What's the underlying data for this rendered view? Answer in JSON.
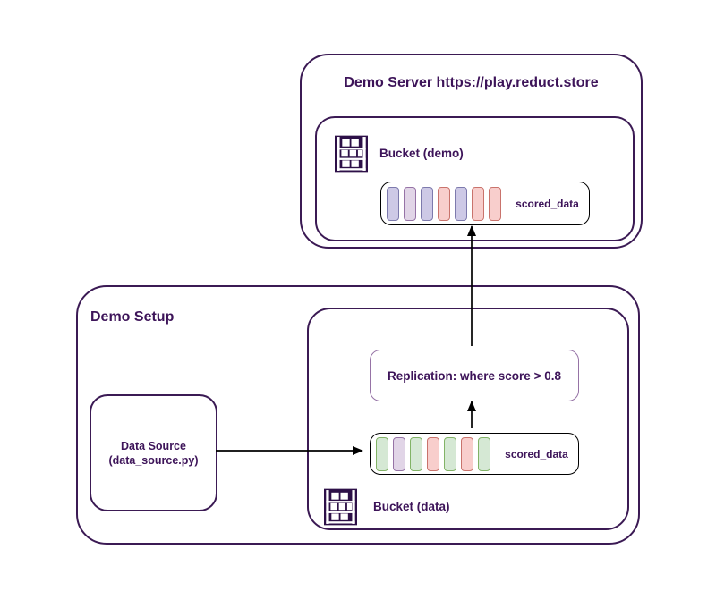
{
  "colors": {
    "border_dark": "#3b1a54",
    "text_dark": "#3d1459",
    "replication_border": "#9673a6",
    "strip_border": "#000000",
    "arrow": "#000000",
    "pill_lavender_fill": "#cdc9e6",
    "pill_lavender_border": "#7d7aad",
    "pill_purple_fill": "#e1d5e7",
    "pill_purple_border": "#9673a6",
    "pill_pink_fill": "#f8cecc",
    "pill_pink_border": "#c9736c",
    "pill_green_fill": "#d5e8d4",
    "pill_green_border": "#82b366"
  },
  "demo_server": {
    "title": "Demo Server https://play.reduct.store",
    "bucket": {
      "label": "Bucket (demo)",
      "icon": "bucket-shelf-icon",
      "stream": {
        "label": "scored_data",
        "records": [
          "lavender",
          "purple",
          "lavender",
          "pink",
          "lavender",
          "pink",
          "pink"
        ]
      }
    }
  },
  "demo_setup": {
    "title": "Demo Setup",
    "data_source": {
      "label_line1": "Data Source",
      "label_line2": "(data_source.py)"
    },
    "bucket": {
      "label": "Bucket (data)",
      "icon": "bucket-shelf-icon",
      "replication": {
        "label": "Replication: where score > 0.8"
      },
      "stream": {
        "label": "scored_data",
        "records": [
          "green",
          "purple",
          "green",
          "pink",
          "green",
          "pink",
          "green"
        ]
      }
    }
  }
}
